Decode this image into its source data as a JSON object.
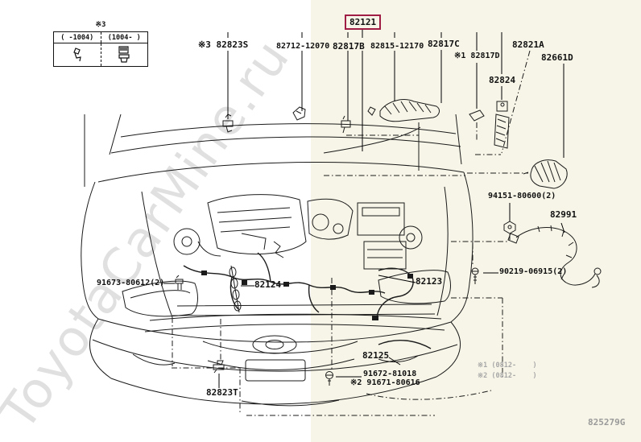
{
  "watermark": {
    "text": "ToyotaCarMine.ru"
  },
  "footer": {
    "diagram_code": "825279G"
  },
  "colors": {
    "highlight_box": "#a01d45",
    "paper_tint": "#f7f5e7"
  },
  "variant_table": {
    "caption": "※3",
    "col1": "( -1004)",
    "col2": "(1004- )",
    "icon1": "clip-fastener-icon",
    "icon2": "grommet-fastener-icon"
  },
  "notes": {
    "note1": "※1 (0812-    )",
    "note2": "※2 (0812-    )"
  },
  "parts": {
    "p82121": "82121",
    "p82823S": "※3 82823S",
    "p82712": "82712-12070",
    "p82817B": "82817B",
    "p82815": "82815-12170",
    "p82817C": "82817C",
    "p82817D": "※1 82817D",
    "p82821A": "82821A",
    "p82661D": "82661D",
    "p82824": "82824",
    "p94151": "94151-80600(2)",
    "p82991": "82991",
    "p90219": "90219-06915(2)",
    "p82123": "82123",
    "p82124": "82124",
    "p91673": "91673-80612(2)",
    "p82125": "82125",
    "p91672": "91672-81018",
    "p91671": "※2 91671-80616",
    "p82823T": "82823T"
  }
}
